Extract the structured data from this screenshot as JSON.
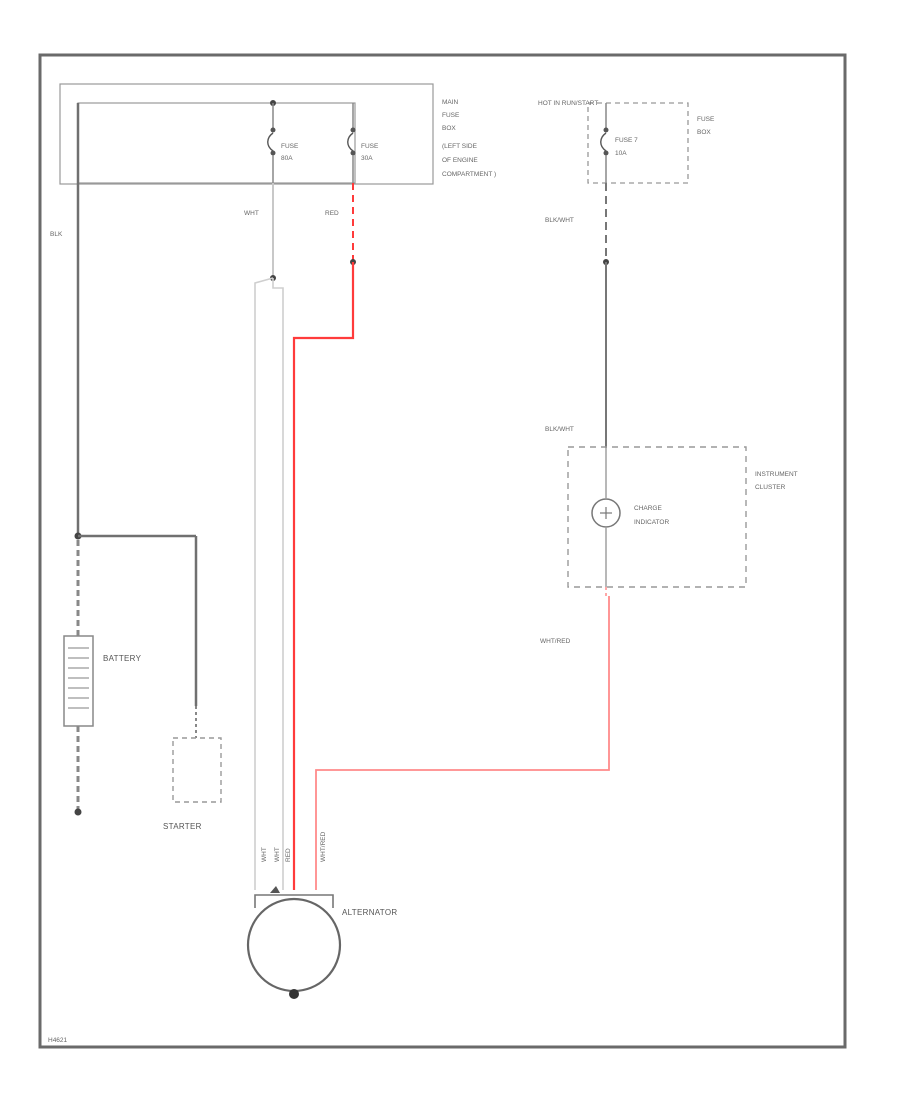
{
  "colors": {
    "frame": "#6a6a6a",
    "wire_black": "#707070",
    "wire_white": "#c8c8c8",
    "wire_red": "#ff3b3b",
    "wire_red_light": "#ff8a8a",
    "dashed_box": "#888888",
    "text": "#555555"
  },
  "fuse_box": {
    "name_lines": [
      "MAIN",
      "FUSE",
      "BOX",
      "(LEFT SIDE",
      "OF ENGINE",
      "COMPARTMENT )"
    ],
    "fuse_a": {
      "label": "FUSE",
      "rating": "80A"
    },
    "fuse_b": {
      "label": "FUSE",
      "rating": "30A"
    }
  },
  "dash_fuse_box": {
    "header": "HOT IN RUN/START",
    "name_lines": [
      "FUSE",
      "BOX"
    ],
    "fuse": {
      "label": "FUSE 7",
      "rating": "10A"
    }
  },
  "wires": {
    "blk": "BLK",
    "wht": "WHT",
    "red": "RED",
    "blk_wht_top": "BLK/WHT",
    "blk_wht_bottom": "BLK/WHT",
    "wht_red": "WHT/RED",
    "alt_wht_1": "WHT",
    "alt_wht_2": "WHT",
    "alt_red": "RED",
    "alt_wht_red": "WHT/RED"
  },
  "components": {
    "battery": "BATTERY",
    "starter": "STARTER",
    "alternator": "ALTERNATOR",
    "instrument_cluster": [
      "INSTRUMENT",
      "CLUSTER"
    ],
    "charge_indicator": [
      "CHARGE",
      "INDICATOR"
    ]
  },
  "diagram_id": "H4621"
}
